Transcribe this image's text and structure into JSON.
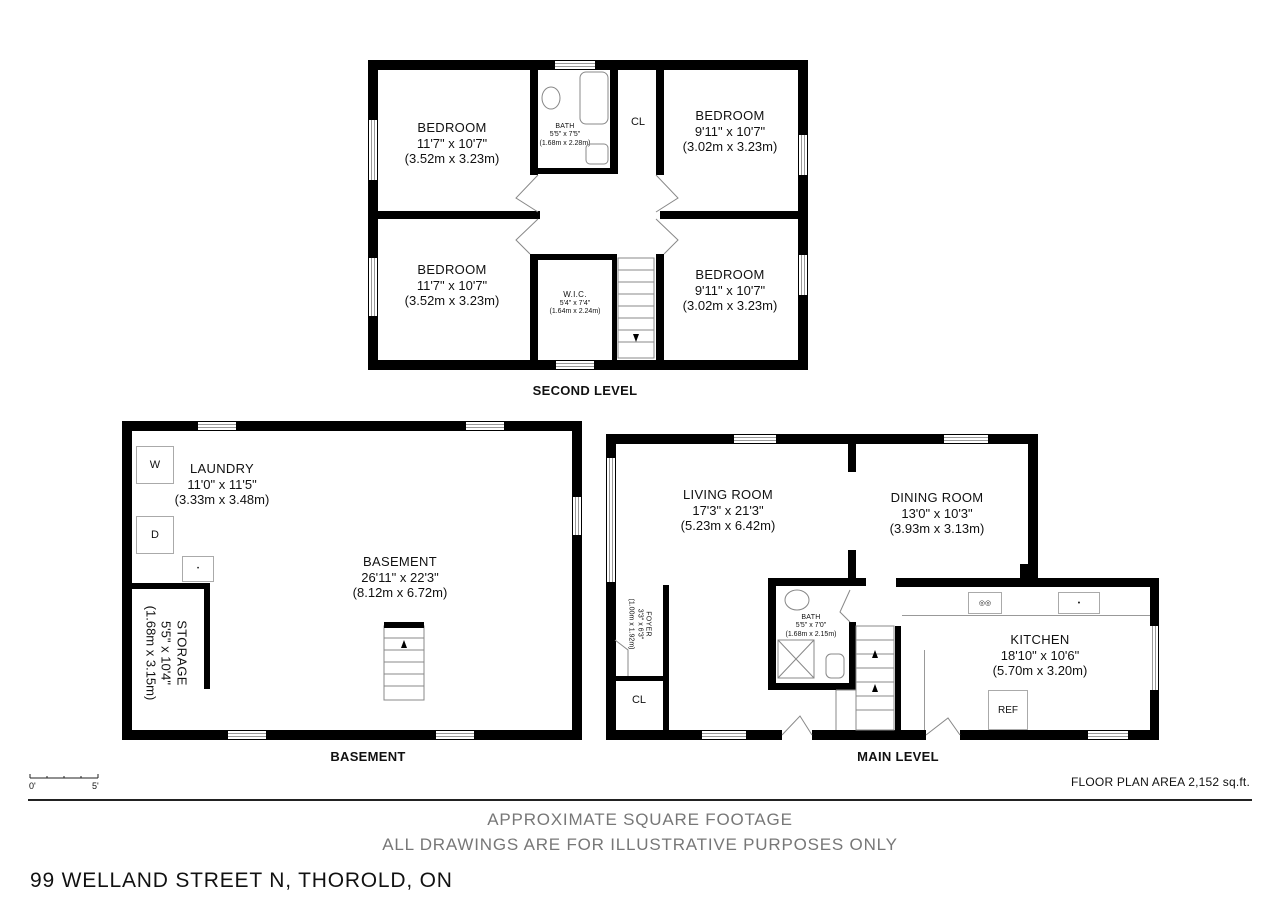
{
  "second_level": {
    "title": "SECOND LEVEL",
    "bedroom_nw": {
      "name": "BEDROOM",
      "imperial": "11'7\" x 10'7\"",
      "metric": "(3.52m x 3.23m)"
    },
    "bedroom_sw": {
      "name": "BEDROOM",
      "imperial": "11'7\" x 10'7\"",
      "metric": "(3.52m x 3.23m)"
    },
    "bedroom_ne": {
      "name": "BEDROOM",
      "imperial": "9'11\" x 10'7\"",
      "metric": "(3.02m x 3.23m)"
    },
    "bedroom_se": {
      "name": "BEDROOM",
      "imperial": "9'11\" x 10'7\"",
      "metric": "(3.02m x 3.23m)"
    },
    "bath": {
      "name": "BATH",
      "imperial": "5'5\" x 7'5\"",
      "metric": "(1.68m x 2.28m)"
    },
    "closet": "CL",
    "wic": {
      "name": "W.I.C.",
      "imperial": "5'4\" x 7'4\"",
      "metric": "(1.64m x 2.24m)"
    }
  },
  "basement": {
    "title": "BASEMENT",
    "laundry": {
      "name": "LAUNDRY",
      "imperial": "11'0\" x 11'5\"",
      "metric": "(3.33m x 3.48m)"
    },
    "basement_room": {
      "name": "BASEMENT",
      "imperial": "26'11\" x 22'3\"",
      "metric": "(8.12m x 6.72m)"
    },
    "storage": {
      "name": "STORAGE",
      "imperial": "5'5\" x 10'4\"",
      "metric": "(1.68m x 3.15m)"
    },
    "washer": "W",
    "dryer": "D"
  },
  "main_level": {
    "title": "MAIN LEVEL",
    "living": {
      "name": "LIVING ROOM",
      "imperial": "17'3\" x 21'3\"",
      "metric": "(5.23m x 6.42m)"
    },
    "dining": {
      "name": "DINING ROOM",
      "imperial": "13'0\" x 10'3\"",
      "metric": "(3.93m x 3.13m)"
    },
    "kitchen": {
      "name": "KITCHEN",
      "imperial": "18'10\" x 10'6\"",
      "metric": "(5.70m x 3.20m)"
    },
    "bath": {
      "name": "BATH",
      "imperial": "5'5\" x 7'0\"",
      "metric": "(1.68m x 2.15m)"
    },
    "foyer": {
      "name": "FOYER",
      "imperial": "3'3\" x 6'3\"",
      "metric": "(1.00m x 1.92m)"
    },
    "closet": "CL",
    "fridge": "REF"
  },
  "scale": {
    "start": "0'",
    "end": "5'"
  },
  "floor_plan_area": "FLOOR PLAN AREA 2,152 sq.ft.",
  "disclaimer": {
    "line1": "APPROXIMATE SQUARE FOOTAGE",
    "line2": "ALL DRAWINGS ARE FOR ILLUSTRATIVE PURPOSES ONLY"
  },
  "address": "99 WELLAND STREET N, THOROLD, ON"
}
